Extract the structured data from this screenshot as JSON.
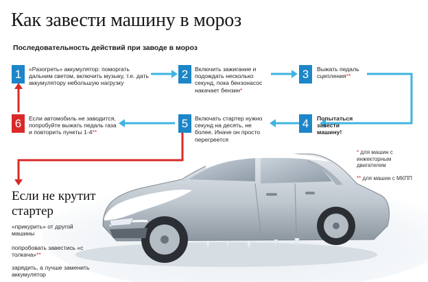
{
  "title": "Как завести машину в мороз",
  "subtitle": "Последовательность действий при заводе в мороз",
  "steps": [
    {
      "num": "1",
      "text": "«Разогреть» аккумулятор: поморгать дальним светом, включить музыку, т.е. дать аккумулятору небольшую нагрузку",
      "color": "blue"
    },
    {
      "num": "2",
      "text": "Включить зажигание и подождать несколько секунд, пока бензонасос накачает бензин",
      "star": "*",
      "color": "blue"
    },
    {
      "num": "3",
      "text": "Выжать педаль сцепления",
      "star": "**",
      "color": "blue"
    },
    {
      "num": "4",
      "text": "Попытаться завести машину!",
      "color": "blue"
    },
    {
      "num": "5",
      "text": "Включать стартер нужно секунд на десять, не более. Иначе он просто перегреется",
      "color": "blue"
    },
    {
      "num": "6",
      "text": "Если автомобиль не заводится, попробуйте выжать педаль газа и повторить пункты 1-4",
      "star": "**",
      "color": "red"
    }
  ],
  "notes": [
    {
      "mark": "*",
      "text": "для машин с инжекторным двигателем"
    },
    {
      "mark": "**",
      "text": "для машин с МКПП"
    }
  ],
  "starter": {
    "heading": "Если не крутит стартер",
    "tips": [
      {
        "text": "«прикурить» от другой машины"
      },
      {
        "text": "попробовать завестись «с толкача»",
        "star": "**"
      },
      {
        "text": "зарядить, а лучше заменить аккумулятор"
      }
    ]
  },
  "colors": {
    "blue": "#1c86c8",
    "arrow": "#3fb3e0",
    "red": "#d82a28"
  },
  "icons": [
    "car-illustration",
    "arrow-right-icon",
    "arrow-down-icon",
    "arrow-left-icon",
    "arrow-up-icon"
  ]
}
